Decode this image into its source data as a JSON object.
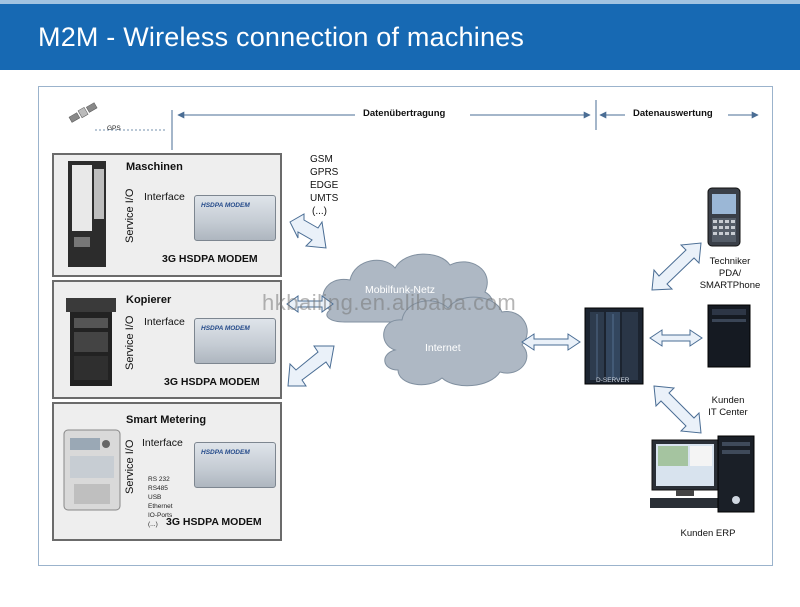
{
  "header": {
    "title": "M2M - Wireless connection of machines"
  },
  "top_labels": {
    "transmission": "Datenübertragung",
    "evaluation": "Datenauswertung"
  },
  "gps_label": "GPS",
  "networks": [
    "GSM",
    "GPRS",
    "EDGE",
    "UMTS",
    "(...)"
  ],
  "panels": [
    {
      "title": "Maschinen",
      "service": "Service I/O",
      "interface": "Interface",
      "modem_caption": "3G HSDPA MODEM",
      "modem_label": "HSDPA MODEM"
    },
    {
      "title": "Kopierer",
      "service": "Service I/O",
      "interface": "Interface",
      "modem_caption": "3G HSDPA MODEM",
      "modem_label": "HSDPA MODEM"
    },
    {
      "title": "Smart Metering",
      "service": "Service I/O",
      "interface": "Interface",
      "modem_caption": "3G HSDPA MODEM",
      "modem_label": "HSDPA MODEM",
      "ports": [
        "RS 232",
        "RS485",
        "USB",
        "Ethernet",
        "IO-Ports",
        "(...)"
      ]
    }
  ],
  "clouds": {
    "mobile": "Mobilfunk-Netz",
    "internet": "Internet"
  },
  "server_label": "D-SERVER",
  "endpoints": {
    "technician": [
      "Techniker",
      "PDA/",
      "SMARTPhone"
    ],
    "it_center": [
      "Kunden",
      "IT Center"
    ],
    "erp": [
      "Kunden ERP"
    ]
  },
  "watermark": "hkbailing.en.alibaba.com",
  "colors": {
    "title_bar": "#1769b3",
    "arrow_fill": "#eaf1f9",
    "arrow_stroke": "#4a6d94",
    "cloud": "#aeb8c4"
  }
}
